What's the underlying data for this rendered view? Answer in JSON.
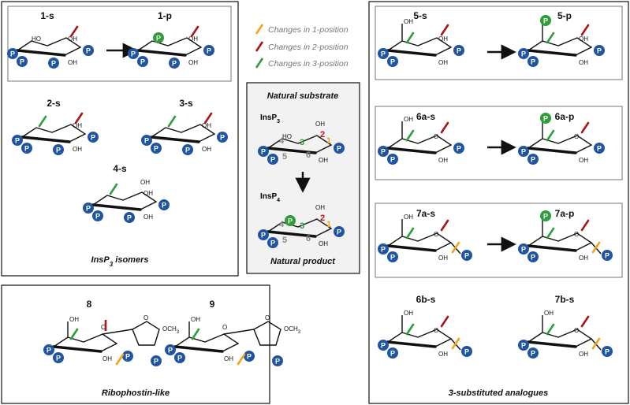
{
  "colors": {
    "p_blue": "#1f55a2",
    "p_green": "#2e9d3a",
    "arrow_orange": "#f5a11c",
    "arrow_red": "#a8161b",
    "arrow_green": "#2e9d3a",
    "num_red": "#c0161b",
    "num_green": "#2e9d3a",
    "num_orange": "#f5a11c",
    "num_gray": "#888888",
    "substrate_panel_bg": "#f2f2f2"
  },
  "legend": {
    "items": [
      {
        "text": "Changes in 1-position",
        "color": "#f5a11c"
      },
      {
        "text": "Changes in 2-position",
        "color": "#a8161b"
      },
      {
        "text": "Changes in 3-position",
        "color": "#2e9d3a"
      }
    ]
  },
  "phosphate_symbol": "P",
  "atoms": {
    "oh": "OH",
    "ho": "HO",
    "o": "O",
    "och3": "OCH",
    "och3_sub": "3"
  },
  "compounds": {
    "c1s": "1-s",
    "c1p": "1-p",
    "c2s": "2-s",
    "c3s": "3-s",
    "c4s": "4-s",
    "c5s": "5-s",
    "c5p": "5-p",
    "c6as": "6a-s",
    "c6ap": "6a-p",
    "c7as": "7a-s",
    "c7ap": "7a-p",
    "c6bs": "6b-s",
    "c7bs": "7b-s",
    "c8": "8",
    "c9": "9"
  },
  "captions": {
    "isomers": "InsP",
    "isomers_sub": "3",
    "isomers_tail": " isomers",
    "ribophostin": "Ribophostin-like",
    "analogues": "3-substituted analogues",
    "natural_substrate": "Natural substrate",
    "natural_product": "Natural product"
  },
  "natural": {
    "insp3": "InsP",
    "insp3_sub": "3",
    "insp4": "InsP",
    "insp4_sub": "4",
    "positions": {
      "p1": "1",
      "p2": "2",
      "p3": "3",
      "p4": "4",
      "p5": "5",
      "p6": "6"
    }
  }
}
